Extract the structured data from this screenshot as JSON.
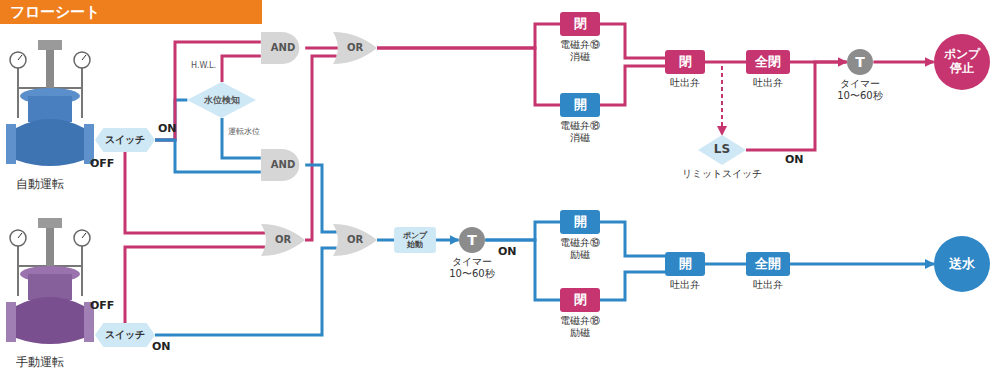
{
  "diagram": {
    "title": "フローシート",
    "nodes": [
      {
        "text": [
          "スイッチ"
        ]
      },
      {
        "text": [
          "水位検知"
        ]
      },
      {
        "text": [
          "AND"
        ]
      },
      {
        "text": [
          "AND"
        ]
      },
      {
        "text": [
          "スイッチ"
        ]
      },
      {
        "text": [
          "OR"
        ]
      },
      {
        "text": [
          "OR"
        ]
      },
      {
        "text": [
          "OR"
        ]
      },
      {
        "text": [
          "ポンプ 始動"
        ]
      },
      {
        "text": [
          "T",
          "タイマー 10〜60秒"
        ]
      },
      {
        "text": [
          "閉",
          "電磁弁⑲ 消磁"
        ]
      },
      {
        "text": [
          "開",
          "電磁弁⑱ 消磁"
        ]
      },
      {
        "text": [
          "閉",
          "吐出弁"
        ]
      },
      {
        "text": [
          "全閉",
          "吐出弁"
        ]
      },
      {
        "text": [
          "LS",
          "リミットスイッチ"
        ]
      },
      {
        "text": [
          "T",
          "タイマー 10〜60秒"
        ]
      },
      {
        "text": [
          "ポンプ 停止"
        ]
      },
      {
        "text": [
          "開",
          "電磁弁⑲ 励磁"
        ]
      },
      {
        "text": [
          "閉",
          "電磁弁⑱ 励磁"
        ]
      },
      {
        "text": [
          "開",
          "吐出弁"
        ]
      },
      {
        "text": [
          "全開",
          "吐出弁"
        ]
      },
      {
        "text": [
          "送水"
        ]
      }
    ],
    "edges": [
      {
        "from": 0,
        "to": 1,
        "arrow": "none"
      },
      {
        "from": 0,
        "to": 2,
        "arrow": "none"
      },
      {
        "from": 0,
        "to": 3,
        "arrow": "none"
      },
      {
        "from": 1,
        "to": 2,
        "label": "H.W.L.",
        "arrow": "none"
      },
      {
        "from": 1,
        "to": 3,
        "label": "運転水位",
        "arrow": "none"
      },
      {
        "from": 0,
        "to": 5,
        "arrow": "none"
      },
      {
        "from": 4,
        "to": 5,
        "arrow": "none"
      },
      {
        "from": 4,
        "to": 7,
        "arrow": "none"
      },
      {
        "from": 2,
        "to": 6,
        "arrow": "none"
      },
      {
        "from": 5,
        "to": 6,
        "arrow": "none"
      },
      {
        "from": 3,
        "to": 7,
        "arrow": "none"
      },
      {
        "from": 6,
        "to": 10,
        "arrow": "none"
      },
      {
        "from": 6,
        "to": 11,
        "arrow": "none"
      },
      {
        "from": 10,
        "to": 12,
        "arrow": "none"
      },
      {
        "from": 11,
        "to": 12,
        "arrow": "none"
      },
      {
        "from": 12,
        "to": 13,
        "arrow": "none"
      },
      {
        "from": 12,
        "to": 14,
        "arrow": "to"
      },
      {
        "from": 13,
        "to": 15,
        "arrow": "to"
      },
      {
        "from": 14,
        "to": 15,
        "label": "ON",
        "arrow": "none"
      },
      {
        "from": 15,
        "to": 16,
        "arrow": "to"
      },
      {
        "from": 7,
        "to": 8,
        "arrow": "none"
      },
      {
        "from": 8,
        "to": 9,
        "arrow": "to"
      },
      {
        "from": 9,
        "to": 17,
        "arrow": "none"
      },
      {
        "from": 9,
        "to": 18,
        "arrow": "none"
      },
      {
        "from": 17,
        "to": 19,
        "arrow": "none"
      },
      {
        "from": 18,
        "to": 19,
        "arrow": "none"
      },
      {
        "from": 19,
        "to": 20,
        "arrow": "none"
      },
      {
        "from": 20,
        "to": 21,
        "arrow": "to"
      }
    ],
    "labels": [
      "自動運転",
      "手動運転",
      "ON",
      "OFF",
      "OFF",
      "ON",
      "ON"
    ]
  }
}
